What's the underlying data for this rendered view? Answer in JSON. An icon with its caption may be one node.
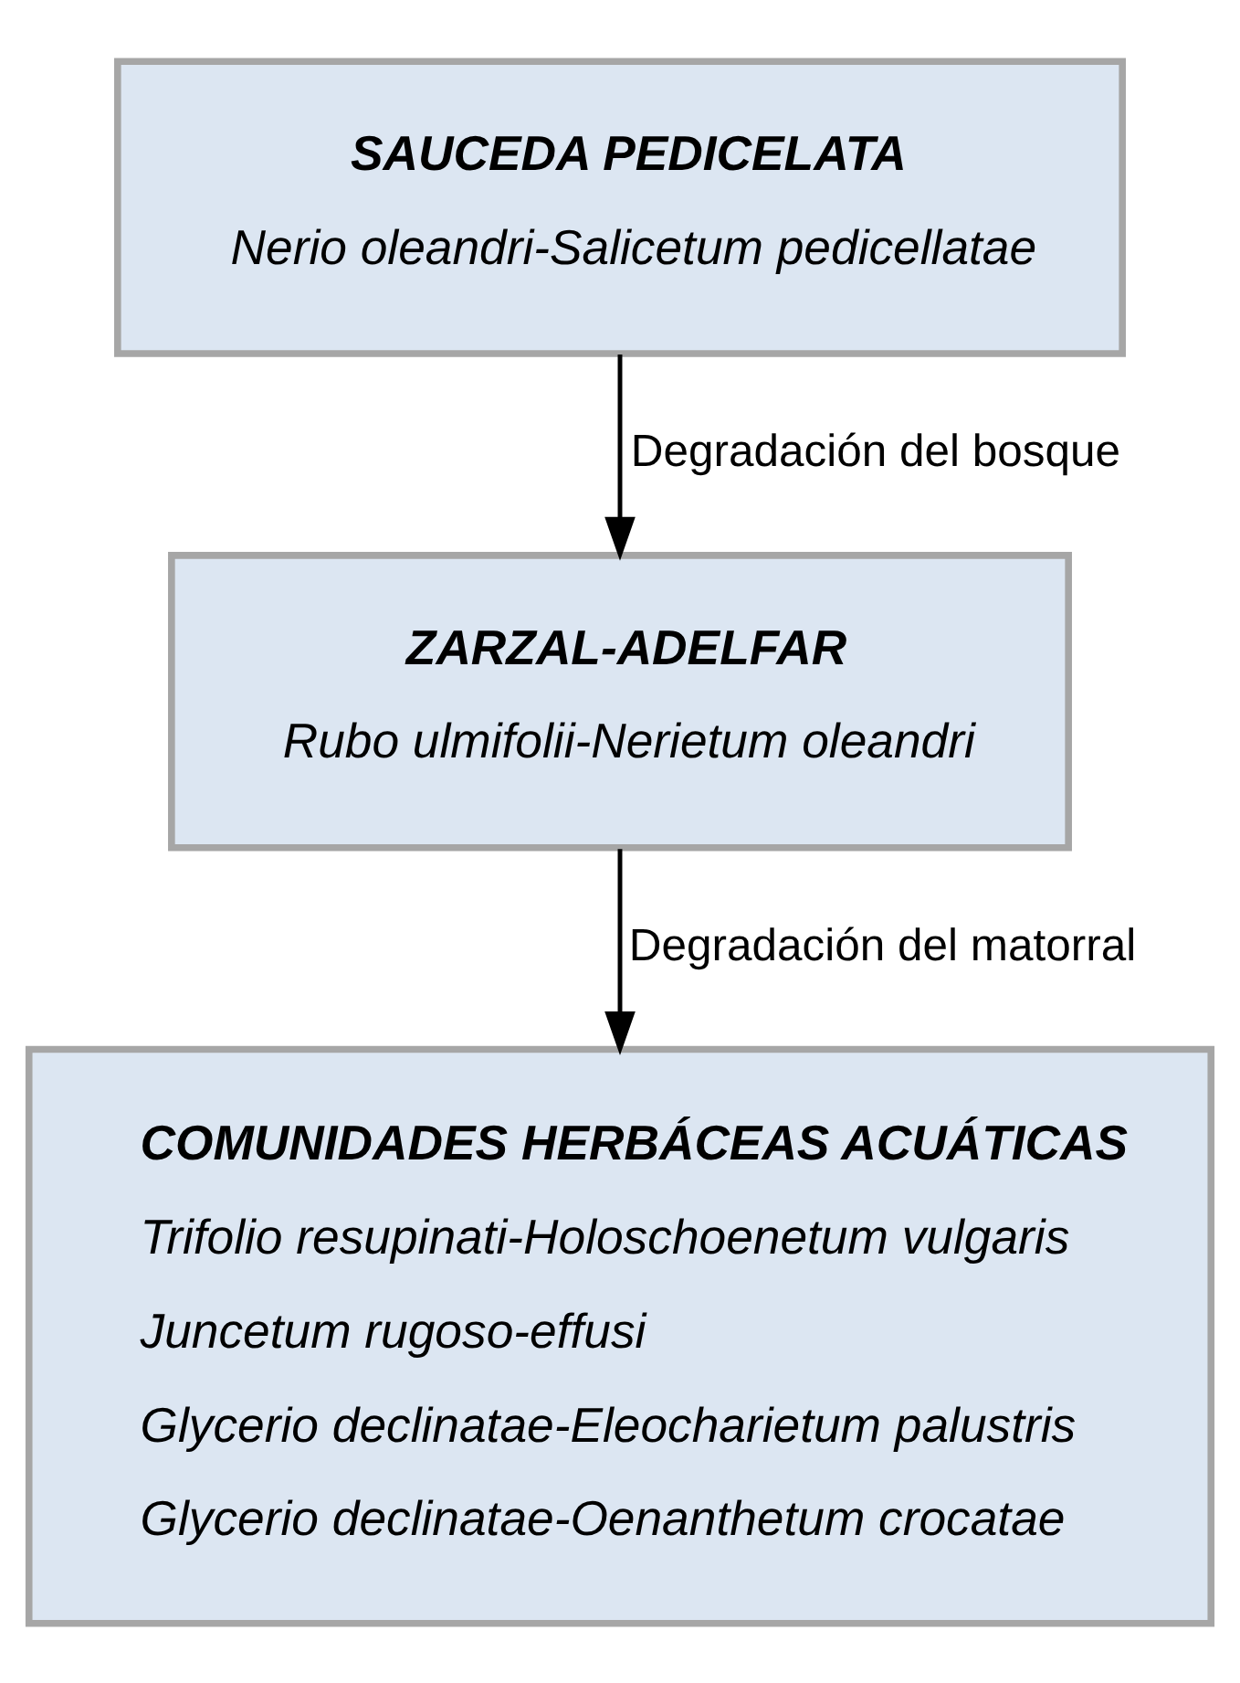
{
  "diagram": {
    "nodes": [
      {
        "text": [
          "SAUCEDA PEDICELATA",
          "Nerio oleandri-Salicetum pedicellatae"
        ]
      },
      {
        "text": [
          "ZARZAL-ADELFAR",
          "Rubo ulmifolii-Nerietum oleandri"
        ]
      },
      {
        "text": [
          "COMUNIDADES HERBÁCEAS ACUÁTICAS",
          "Trifolio resupinati-Holoschoenetum vulgaris",
          "Juncetum rugoso-effusi",
          "Glycerio declinatae-Eleocharietum palustris",
          "Glycerio declinatae-Oenanthetum crocatae"
        ]
      }
    ],
    "edges": [
      {
        "from": 0,
        "to": 1,
        "arrow": "to",
        "label": "Degradación del bosque"
      },
      {
        "from": 1,
        "to": 2,
        "arrow": "to",
        "label": "Degradación del matorral"
      }
    ]
  }
}
